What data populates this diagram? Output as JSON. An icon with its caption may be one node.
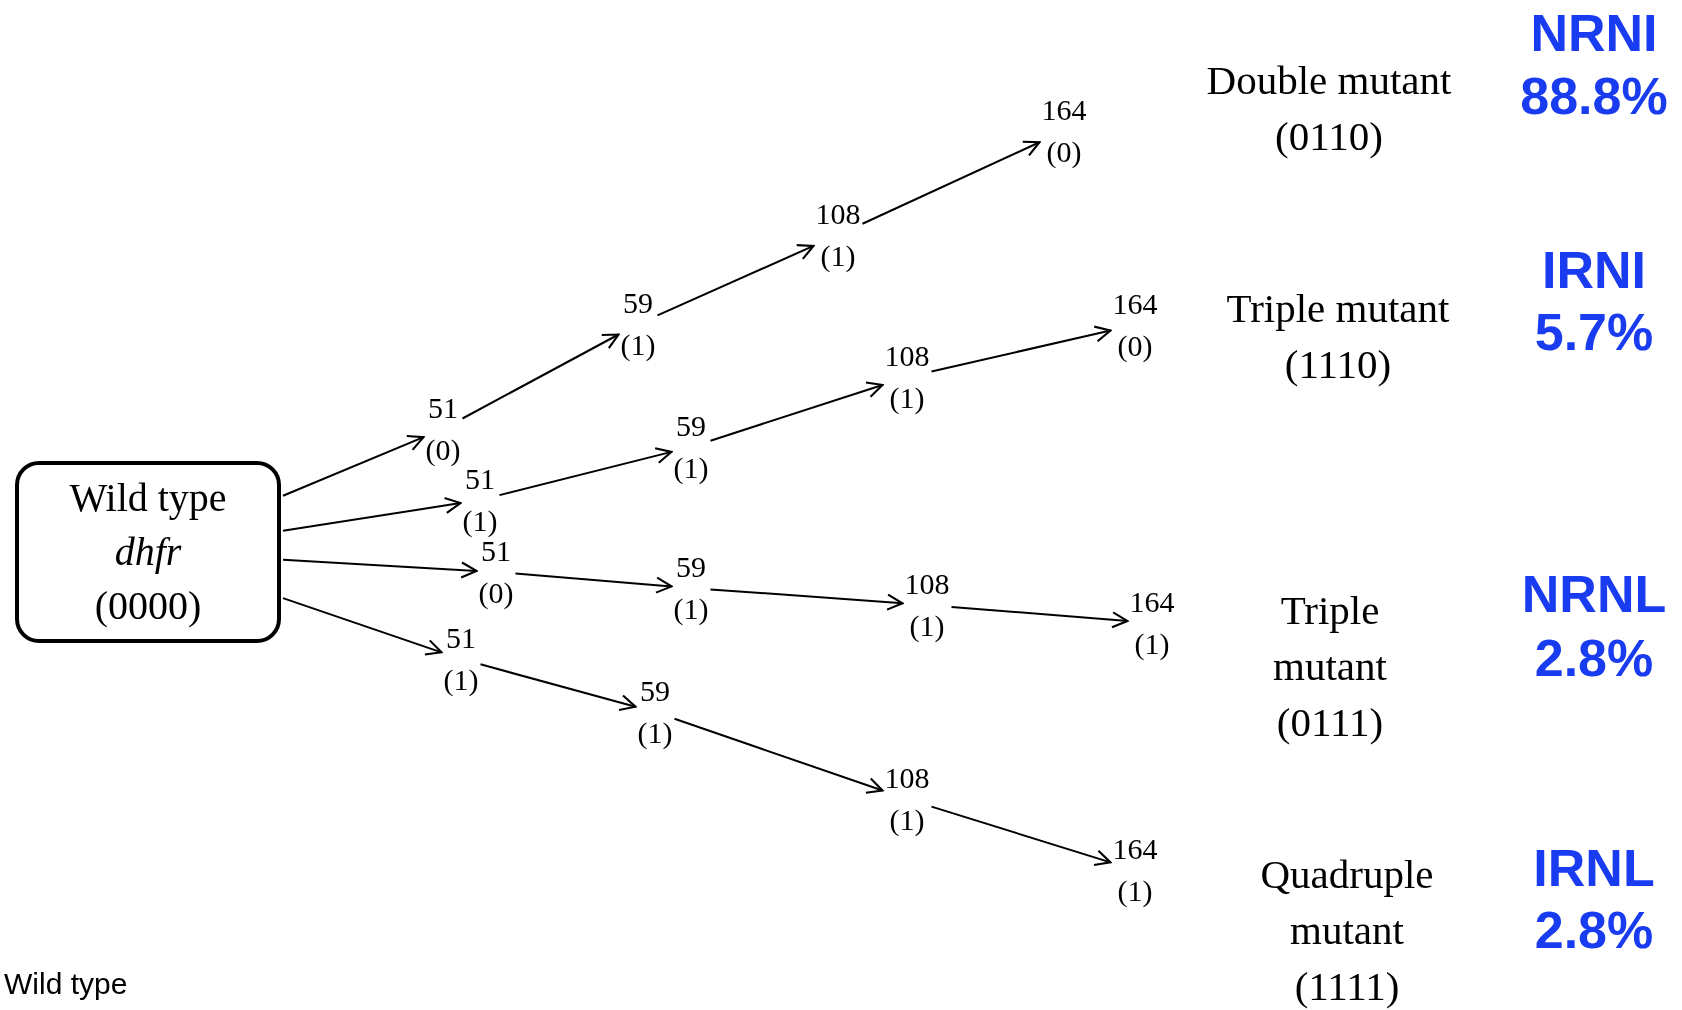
{
  "diagram": {
    "nodes": [
      {
        "text": [
          "Wild type",
          "dhfr",
          "(0000)"
        ]
      },
      {
        "text": [
          "51",
          "(0)"
        ]
      },
      {
        "text": [
          "51",
          "(1)"
        ]
      },
      {
        "text": [
          "51",
          "(0)"
        ]
      },
      {
        "text": [
          "51",
          "(1)"
        ]
      },
      {
        "text": [
          "59",
          "(1)"
        ]
      },
      {
        "text": [
          "59",
          "(1)"
        ]
      },
      {
        "text": [
          "59",
          "(1)"
        ]
      },
      {
        "text": [
          "59",
          "(1)"
        ]
      },
      {
        "text": [
          "108",
          "(1)"
        ]
      },
      {
        "text": [
          "108",
          "(1)"
        ]
      },
      {
        "text": [
          "108",
          "(1)"
        ]
      },
      {
        "text": [
          "108",
          "(1)"
        ]
      },
      {
        "text": [
          "164",
          "(0)"
        ]
      },
      {
        "text": [
          "164",
          "(0)"
        ]
      },
      {
        "text": [
          "164",
          "(1)"
        ]
      },
      {
        "text": [
          "164",
          "(1)"
        ]
      }
    ],
    "edges": [
      {
        "from": 0,
        "to": 1,
        "arrow": "to"
      },
      {
        "from": 0,
        "to": 2,
        "arrow": "to"
      },
      {
        "from": 0,
        "to": 3,
        "arrow": "to"
      },
      {
        "from": 0,
        "to": 4,
        "arrow": "to"
      },
      {
        "from": 1,
        "to": 5,
        "arrow": "to"
      },
      {
        "from": 2,
        "to": 6,
        "arrow": "to"
      },
      {
        "from": 3,
        "to": 7,
        "arrow": "to"
      },
      {
        "from": 4,
        "to": 8,
        "arrow": "to"
      },
      {
        "from": 5,
        "to": 9,
        "arrow": "to"
      },
      {
        "from": 6,
        "to": 10,
        "arrow": "to"
      },
      {
        "from": 7,
        "to": 11,
        "arrow": "to"
      },
      {
        "from": 8,
        "to": 12,
        "arrow": "to"
      },
      {
        "from": 9,
        "to": 13,
        "arrow": "to"
      },
      {
        "from": 10,
        "to": 14,
        "arrow": "to"
      },
      {
        "from": 11,
        "to": 15,
        "arrow": "to"
      },
      {
        "from": 12,
        "to": 16,
        "arrow": "to"
      }
    ],
    "labels": [
      "NRNI",
      "88.8%",
      "Double mutant (0110)",
      "IRNI",
      "5.7%",
      "Triple mutant (1110)",
      "NRNL",
      "2.8%",
      "Triple mutant (0111)",
      "IRNL",
      "2.8%",
      "Quadruple mutant (1111)",
      "Wild type"
    ]
  }
}
